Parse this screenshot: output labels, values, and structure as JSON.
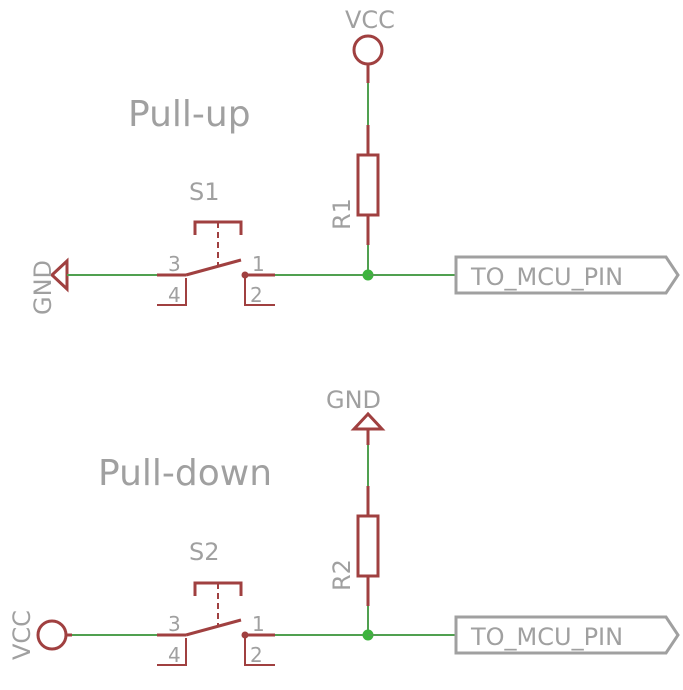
{
  "pullup": {
    "title": "Pull-up",
    "vcc_label": "VCC",
    "gnd_label": "GND",
    "resistor": "R1",
    "switch": "S1",
    "pin3": "3",
    "pin4": "4",
    "pin1": "1",
    "pin2": "2",
    "net_label": "TO_MCU_PIN"
  },
  "pulldown": {
    "title": "Pull-down",
    "gnd_label": "GND",
    "vcc_label": "VCC",
    "resistor": "R2",
    "switch": "S2",
    "pin3": "3",
    "pin4": "4",
    "pin1": "1",
    "pin2": "2",
    "net_label": "TO_MCU_PIN"
  }
}
